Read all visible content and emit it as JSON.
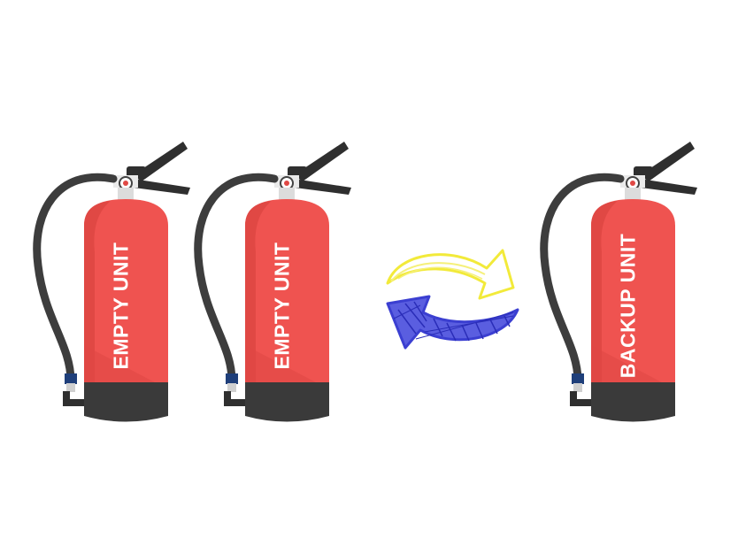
{
  "extinguishers": [
    {
      "label": "EMPTY UNIT"
    },
    {
      "label": "EMPTY UNIT"
    },
    {
      "label": "BACKUP UNIT"
    }
  ],
  "colors": {
    "body": "#ef5350",
    "body_shade": "#e04844",
    "base": "#3a3a3a",
    "hose": "#3d3d3d",
    "arrow_yellow": "#f5f07a",
    "arrow_blue": "#3b3fd1"
  },
  "icons": {
    "extinguisher": "fire-extinguisher-icon",
    "swap": "swap-arrows-icon"
  }
}
